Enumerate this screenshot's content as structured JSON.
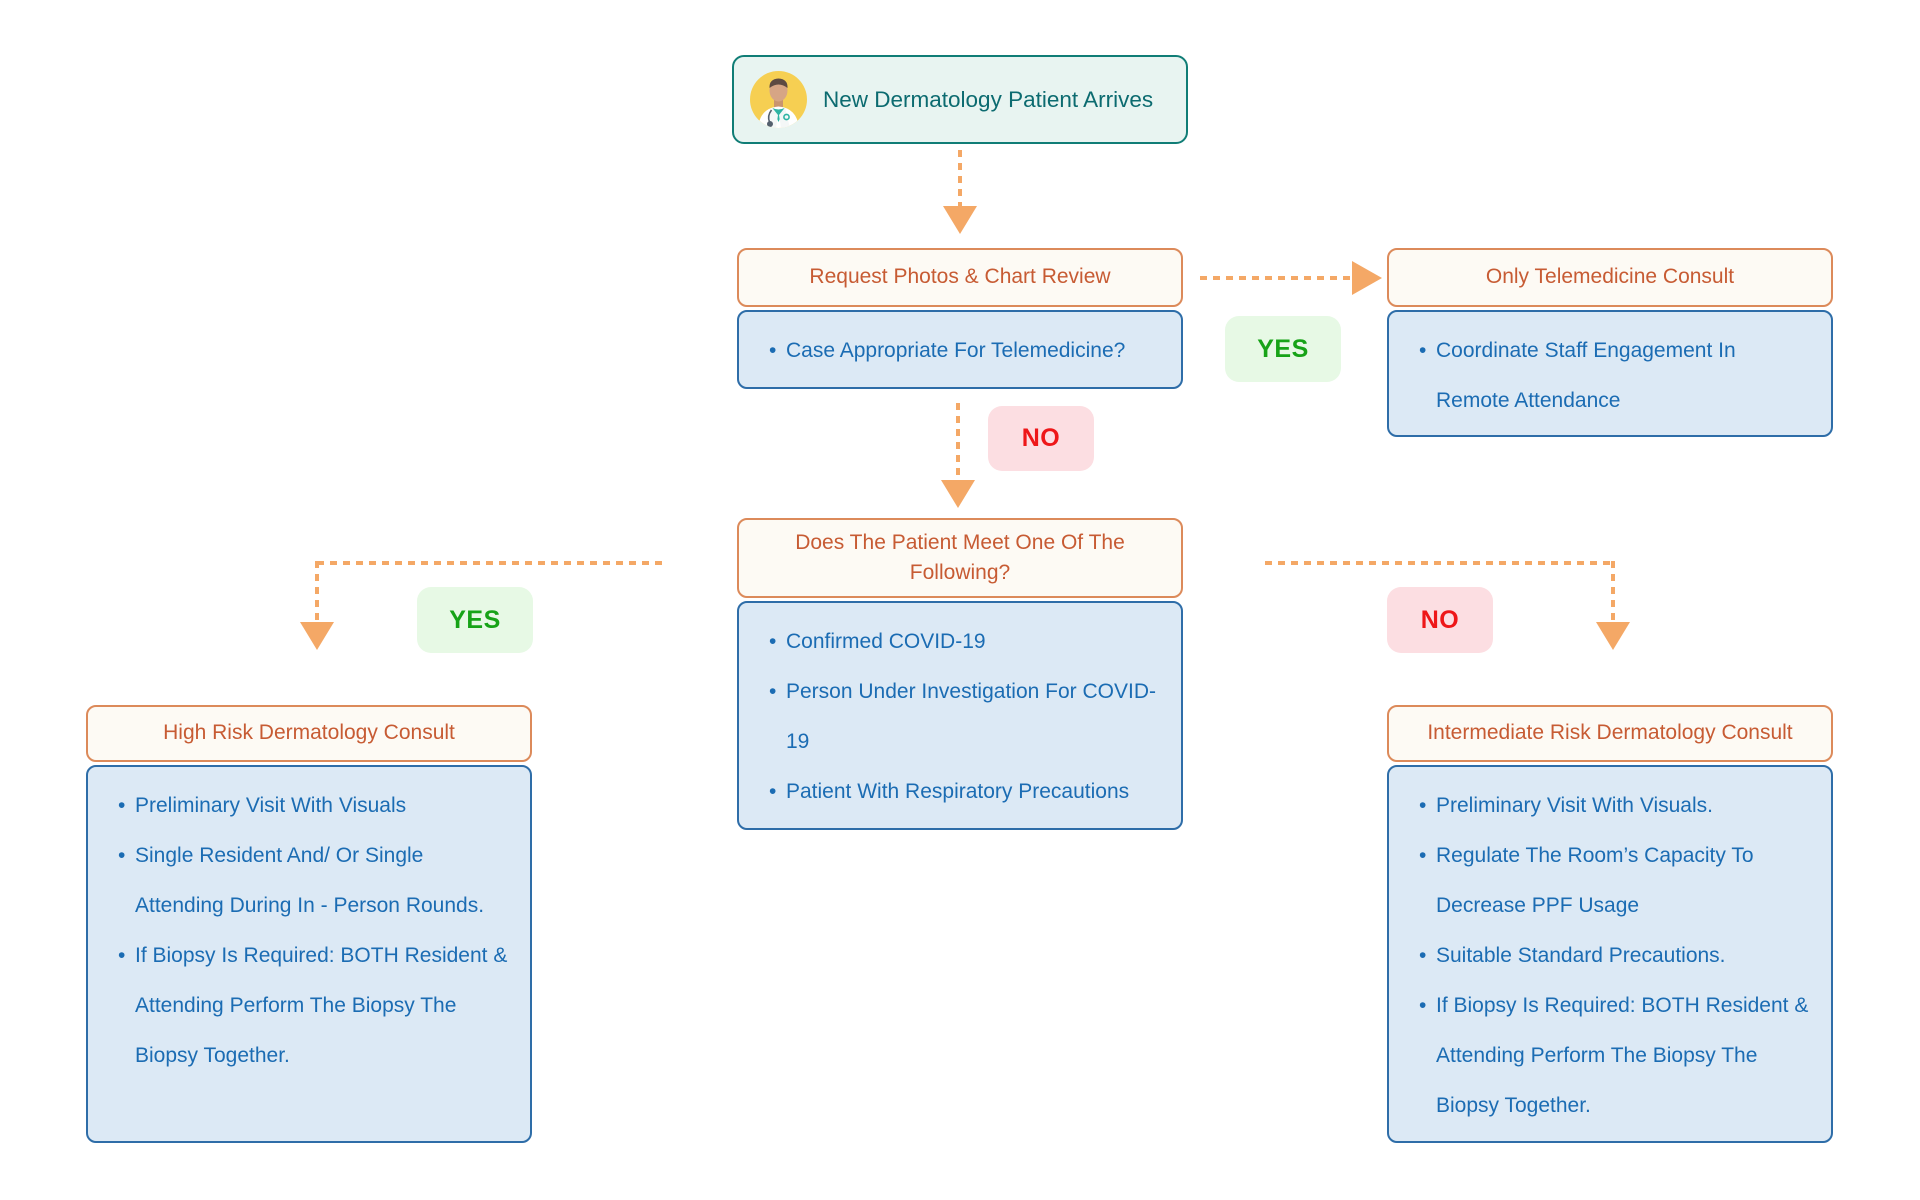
{
  "diagram_title": "New Dermatology Patient COVID-19 Triage Flowchart",
  "nodes": {
    "start": {
      "title": "New Dermatology Patient Arrives"
    },
    "request_review": {
      "title": "Request Photos & Chart Review",
      "bullets": [
        "Case Appropriate For Telemedicine?"
      ]
    },
    "telemedicine": {
      "title": "Only Telemedicine Consult",
      "bullets": [
        "Coordinate Staff Engagement In Remote Attendance"
      ]
    },
    "decision": {
      "title": "Does The Patient Meet One Of The Following?",
      "bullets": [
        "Confirmed COVID-19",
        "Person Under Investigation For COVID-19",
        "Patient With Respiratory Precautions"
      ]
    },
    "high_risk": {
      "title": "High Risk Dermatology Consult",
      "bullets": [
        "Preliminary Visit With Visuals",
        "Single Resident And/ Or Single Attending During In - Person Rounds.",
        "If Biopsy Is Required: BOTH Resident & Attending Perform The Biopsy The Biopsy Together."
      ]
    },
    "intermediate_risk": {
      "title": "Intermediate Risk Dermatology Consult",
      "bullets": [
        "Preliminary Visit With Visuals.",
        "Regulate The Room’s Capacity To Decrease PPF Usage",
        "Suitable Standard Precautions.",
        "If Biopsy Is Required: BOTH Resident & Attending Perform The Biopsy The Biopsy Together."
      ]
    }
  },
  "edge_labels": {
    "telemedicine_yes": "YES",
    "inperson_no": "NO",
    "high_risk_yes": "YES",
    "intermediate_no": "NO"
  },
  "colors": {
    "start_border": "#107d76",
    "start_bg": "#e8f4f1",
    "start_text": "#0c6b70",
    "header_border": "#dc8a5a",
    "header_bg": "#fdfaf4",
    "header_text": "#c75b33",
    "body_border": "#2e6da8",
    "body_bg": "#dce9f5",
    "body_text": "#1b6cb3",
    "arrow": "#f4a866",
    "yes_text": "#17a317",
    "yes_bg": "#e7f9e5",
    "no_text": "#ee1719",
    "no_bg": "#fcdee2",
    "avatar_circle": "#f6cf52"
  }
}
